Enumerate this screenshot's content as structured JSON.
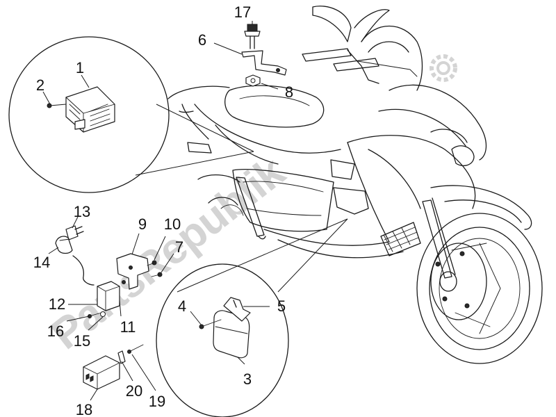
{
  "watermark": "PartsRepublik",
  "callouts": [
    {
      "id": "17",
      "label": "17"
    },
    {
      "id": "6",
      "label": "6"
    },
    {
      "id": "8",
      "label": "8"
    },
    {
      "id": "1",
      "label": "1"
    },
    {
      "id": "2",
      "label": "2"
    },
    {
      "id": "13",
      "label": "13"
    },
    {
      "id": "14",
      "label": "14"
    },
    {
      "id": "9",
      "label": "9"
    },
    {
      "id": "10",
      "label": "10"
    },
    {
      "id": "7",
      "label": "7"
    },
    {
      "id": "12",
      "label": "12"
    },
    {
      "id": "16",
      "label": "16"
    },
    {
      "id": "15",
      "label": "15"
    },
    {
      "id": "11",
      "label": "11"
    },
    {
      "id": "4",
      "label": "4"
    },
    {
      "id": "5",
      "label": "5"
    },
    {
      "id": "3",
      "label": "3"
    },
    {
      "id": "20",
      "label": "20"
    },
    {
      "id": "19",
      "label": "19"
    },
    {
      "id": "18",
      "label": "18"
    }
  ]
}
